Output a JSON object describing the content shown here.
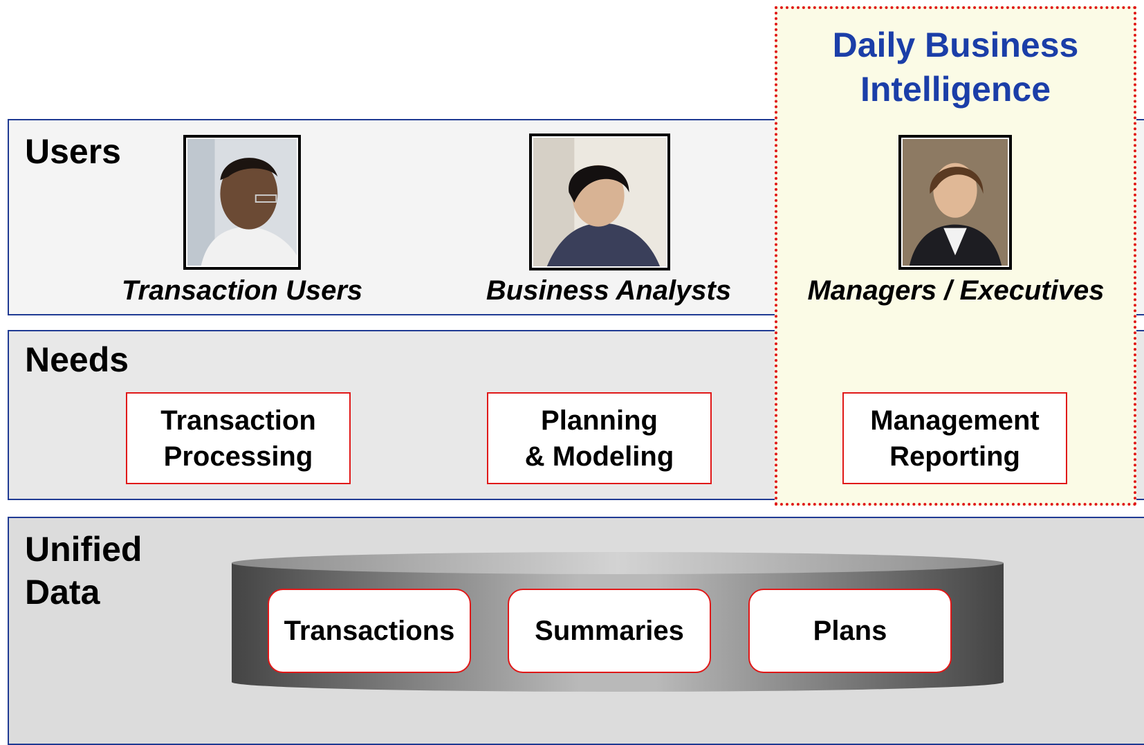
{
  "highlight": {
    "title": "Daily Business\nIntelligence"
  },
  "bands": {
    "users": "Users",
    "needs": "Needs",
    "data": "Unified\nData"
  },
  "users": [
    {
      "label": "Transaction Users",
      "photo": "person-man-photo"
    },
    {
      "label": "Business Analysts",
      "photo": "person-woman-photo"
    },
    {
      "label": "Managers / Executives",
      "photo": "person-executive-photo"
    }
  ],
  "needs": [
    "Transaction\nProcessing",
    "Planning\n& Modeling",
    "Management\nReporting"
  ],
  "data_stores": [
    "Transactions",
    "Summaries",
    "Plans"
  ],
  "colors": {
    "band_border": "#1f3a93",
    "highlight_border": "#e01818",
    "highlight_title": "#1b3ea8",
    "box_border": "#e01818",
    "highlight_fill": "#fbfbe6"
  }
}
